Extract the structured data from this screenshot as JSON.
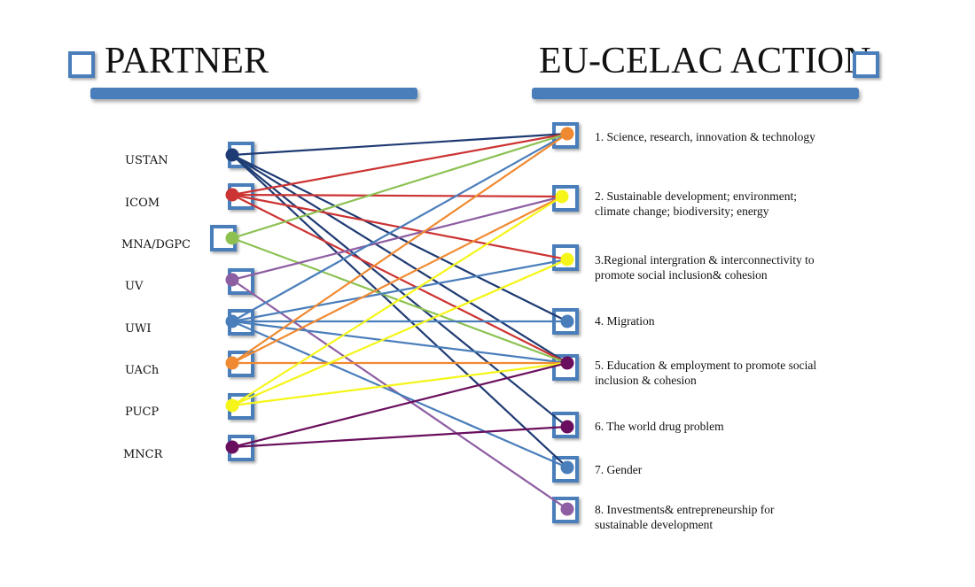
{
  "headings": {
    "partner": "PARTNER",
    "action": "EU-CELAC ACTION"
  },
  "colors": {
    "box": "#4a7ebb",
    "bar": "#4a7ebb"
  },
  "partners": [
    {
      "id": "ustan",
      "label": "USTAN",
      "color": "#1f3b73"
    },
    {
      "id": "icom",
      "label": "ICOM",
      "color": "#cc3333"
    },
    {
      "id": "mna",
      "label": "MNA/DGPC",
      "color": "#8cc152"
    },
    {
      "id": "uv",
      "label": "UV",
      "color": "#8e5ea2"
    },
    {
      "id": "uwi",
      "label": "UWI",
      "color": "#4a7ebb"
    },
    {
      "id": "uach",
      "label": "UACh",
      "color": "#f08a32"
    },
    {
      "id": "pucp",
      "label": "PUCP",
      "color": "#f5f51a"
    },
    {
      "id": "mncr",
      "label": "MNCR",
      "color": "#6a0f5e"
    }
  ],
  "actions": [
    {
      "id": "a1",
      "lines": [
        "1. Science, research, innovation & technology"
      ],
      "color": "#f08a32"
    },
    {
      "id": "a2",
      "lines": [
        "2. Sustainable development; environment;",
        "climate change; biodiversity; energy"
      ],
      "color": "#f5f51a"
    },
    {
      "id": "a3",
      "lines": [
        "3.Regional intergration & interconnectivity to",
        "promote social inclusion& cohesion"
      ],
      "color": "#f5f51a"
    },
    {
      "id": "a4",
      "lines": [
        "4. Migration"
      ],
      "color": "#4a7ebb"
    },
    {
      "id": "a5",
      "lines": [
        "5. Education & employment to promote social",
        "inclusion & cohesion"
      ],
      "color": "#6a0f5e"
    },
    {
      "id": "a6",
      "lines": [
        "6. The world drug problem"
      ],
      "color": "#6a0f5e"
    },
    {
      "id": "a7",
      "lines": [
        "7. Gender"
      ],
      "color": "#4a7ebb"
    },
    {
      "id": "a8",
      "lines": [
        "8. Investments& entrepreneurship for",
        "sustainable development"
      ],
      "color": "#8e5ea2"
    }
  ],
  "links": [
    {
      "from": "ustan",
      "to": "a1"
    },
    {
      "from": "ustan",
      "to": "a4"
    },
    {
      "from": "ustan",
      "to": "a5"
    },
    {
      "from": "ustan",
      "to": "a6"
    },
    {
      "from": "ustan",
      "to": "a7"
    },
    {
      "from": "icom",
      "to": "a1"
    },
    {
      "from": "icom",
      "to": "a2"
    },
    {
      "from": "icom",
      "to": "a3"
    },
    {
      "from": "icom",
      "to": "a5"
    },
    {
      "from": "mna",
      "to": "a1"
    },
    {
      "from": "mna",
      "to": "a5"
    },
    {
      "from": "uv",
      "to": "a2"
    },
    {
      "from": "uv",
      "to": "a8"
    },
    {
      "from": "uwi",
      "to": "a1"
    },
    {
      "from": "uwi",
      "to": "a3"
    },
    {
      "from": "uwi",
      "to": "a4"
    },
    {
      "from": "uwi",
      "to": "a5"
    },
    {
      "from": "uwi",
      "to": "a7"
    },
    {
      "from": "uach",
      "to": "a1"
    },
    {
      "from": "uach",
      "to": "a2"
    },
    {
      "from": "uach",
      "to": "a5"
    },
    {
      "from": "pucp",
      "to": "a2"
    },
    {
      "from": "pucp",
      "to": "a3"
    },
    {
      "from": "pucp",
      "to": "a5"
    },
    {
      "from": "mncr",
      "to": "a5"
    },
    {
      "from": "mncr",
      "to": "a6"
    }
  ]
}
